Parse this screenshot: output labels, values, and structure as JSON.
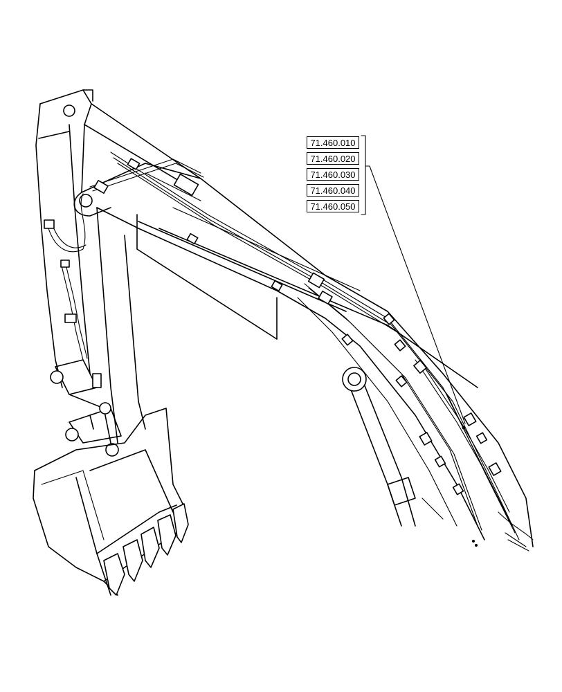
{
  "callouts": [
    {
      "label": "71.460.010"
    },
    {
      "label": "71.460.020"
    },
    {
      "label": "71.460.030"
    },
    {
      "label": "71.460.040"
    },
    {
      "label": "71.460.050"
    }
  ]
}
